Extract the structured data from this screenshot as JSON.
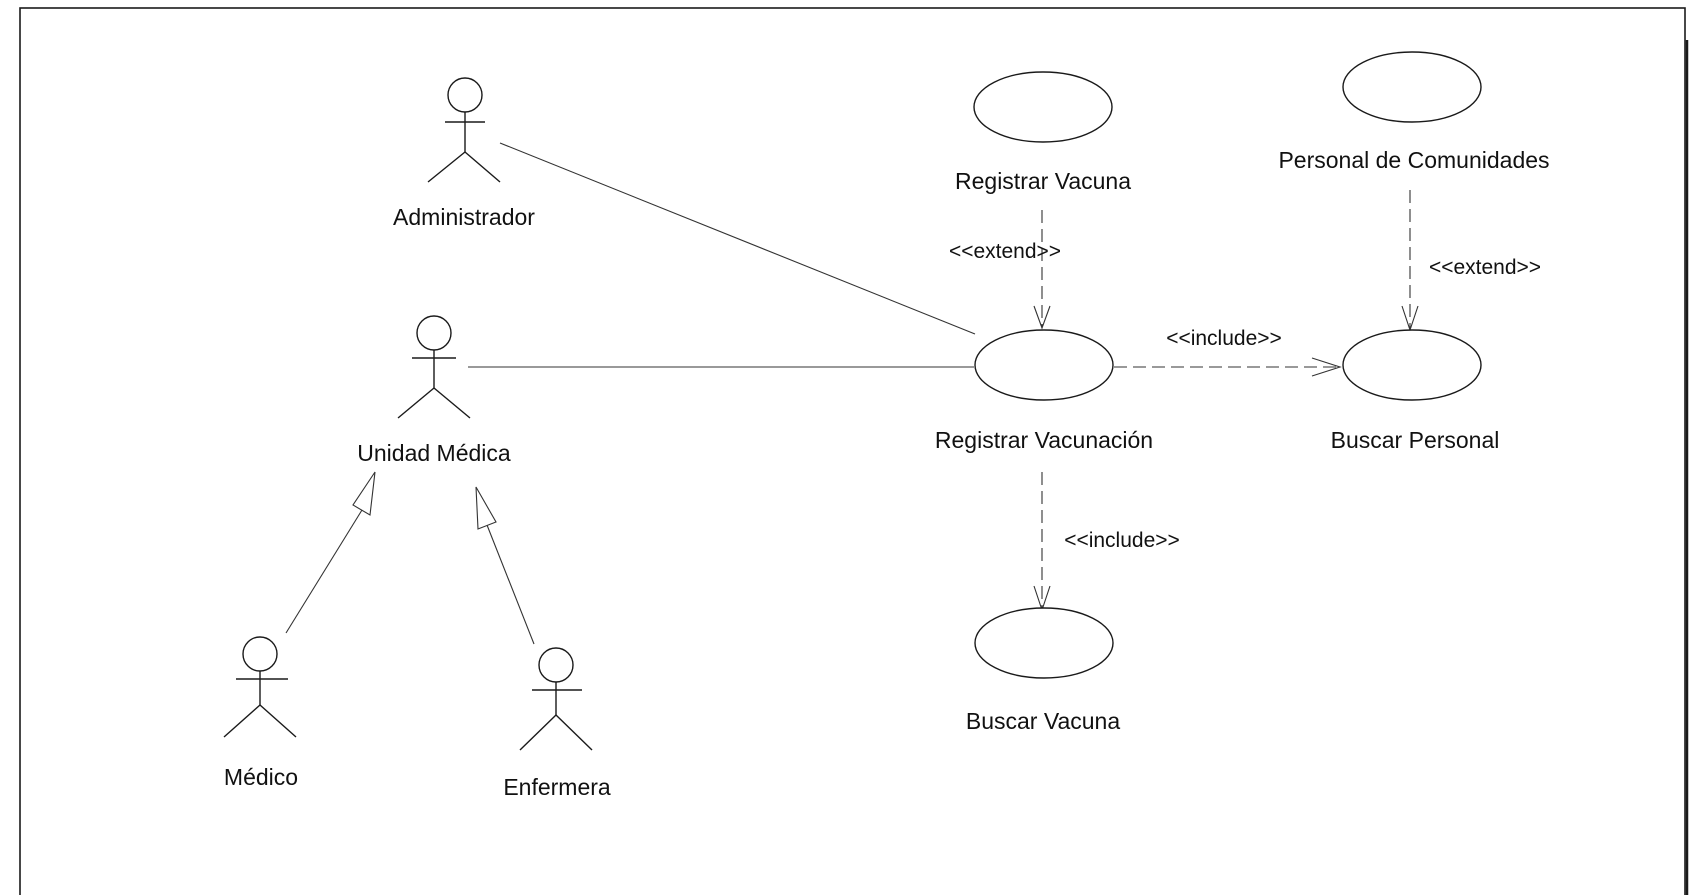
{
  "actors": {
    "administrador": "Administrador",
    "unidad_medica": "Unidad Médica",
    "medico": "Médico",
    "enfermera": "Enfermera"
  },
  "use_cases": {
    "registrar_vacuna": "Registrar Vacuna",
    "personal_comunidades": "Personal de Comunidades",
    "registrar_vacunacion": "Registrar Vacunación",
    "buscar_personal": "Buscar Personal",
    "buscar_vacuna": "Buscar Vacuna"
  },
  "relations": {
    "extend_vacuna": "<<extend>>",
    "extend_comunidades": "<<extend>>",
    "include_personal": "<<include>>",
    "include_vacuna": "<<include>>"
  }
}
